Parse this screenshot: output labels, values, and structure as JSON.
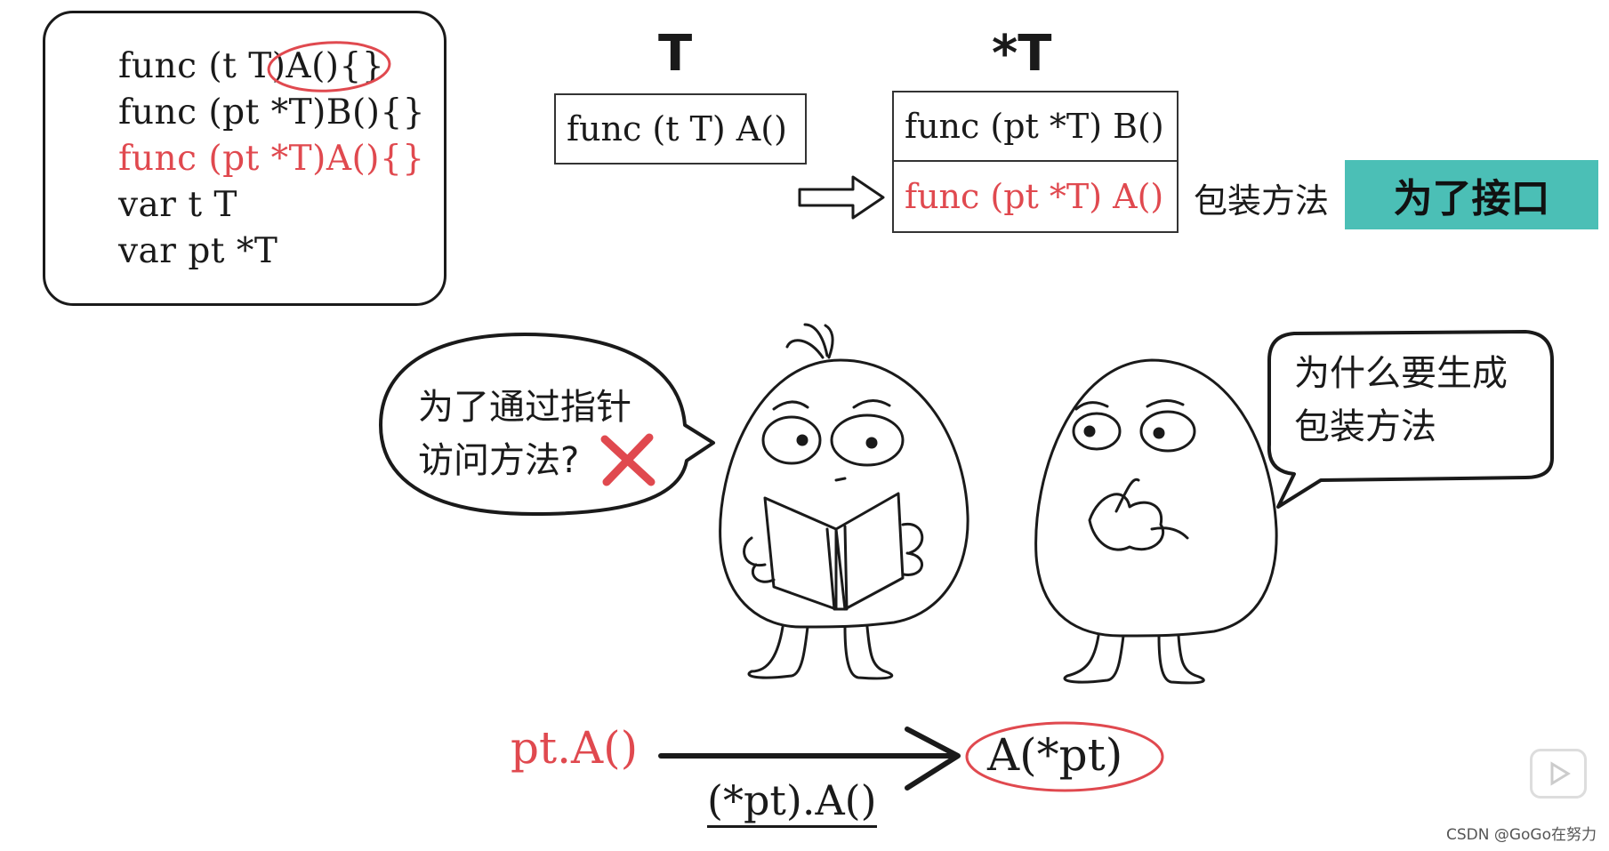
{
  "code_box": {
    "lines": [
      "func (t T)A(){}",
      "func (pt *T)B(){}",
      "func (pt *T)A(){}",
      "var t T",
      "var pt *T"
    ]
  },
  "type_T": {
    "label": "T",
    "method": "func (t T) A()"
  },
  "type_ptrT": {
    "label": "*T",
    "methods": [
      "func (pt *T) B()",
      "func (pt *T) A()"
    ]
  },
  "wrapper_label": "包装方法",
  "interface_label": "为了接口",
  "left_bubble": {
    "line1": "为了通过指针",
    "line2": "访问方法?"
  },
  "right_bubble": {
    "line1": "为什么要生成",
    "line2": "包装方法"
  },
  "call_flow": {
    "from": "pt.A()",
    "via": "(*pt).A()",
    "to": "A(*pt)"
  },
  "watermark": "CSDN @GoGo在努力",
  "colors": {
    "accent_red": "#e0494f",
    "teal": "#4bbfb6",
    "ink": "#1a1a1a"
  }
}
